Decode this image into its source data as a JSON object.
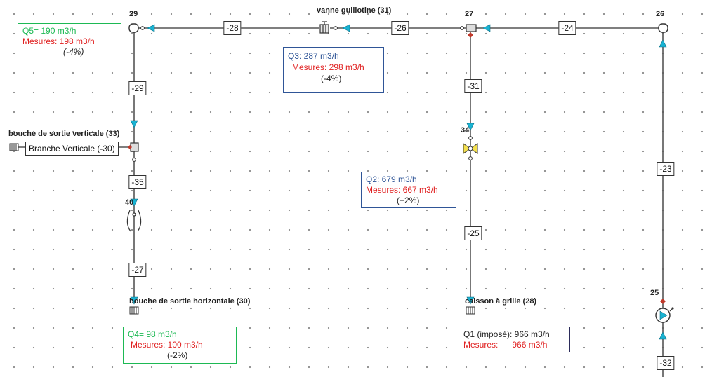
{
  "nodes": [
    "29",
    "27",
    "26",
    "25",
    "34",
    "40"
  ],
  "components": {
    "vanne": "vanne guillotine (31)",
    "bouche_v": "bouche de sortie verticale (33)",
    "branche": "Branche Verticale (-30)",
    "bouche_h": "bouche de sortie horizontale (30)",
    "caisson": "caisson à grille (28)"
  },
  "segments": [
    "-28",
    "-26",
    "-24",
    "-29",
    "-31",
    "-35",
    "-23",
    "-25",
    "-27",
    "-32"
  ],
  "results": {
    "q5": {
      "q": "Q5= 190 m3/h",
      "m": "Mesures:  198 m3/h",
      "p": "(-4%)"
    },
    "q3": {
      "q": "Q3: 287 m3/h",
      "m": "Mesures:  298 m3/h",
      "p": "(-4%)"
    },
    "q2": {
      "q": "Q2: 679 m3/h",
      "m": "Mesures: 667 m3/h",
      "p": "(+2%)"
    },
    "q4": {
      "q": "Q4= 98 m3/h",
      "m": "Mesures:  100 m3/h",
      "p": "(-2%)"
    },
    "q1": {
      "q": "Q1 (imposé): 966 m3/h",
      "m": "Mesures:      966 m3/h"
    }
  },
  "colors": {
    "pipe": "#555555",
    "arrow": "#19b3d3",
    "green": "#1db954",
    "blue": "#2f5597",
    "red": "#e02020"
  }
}
